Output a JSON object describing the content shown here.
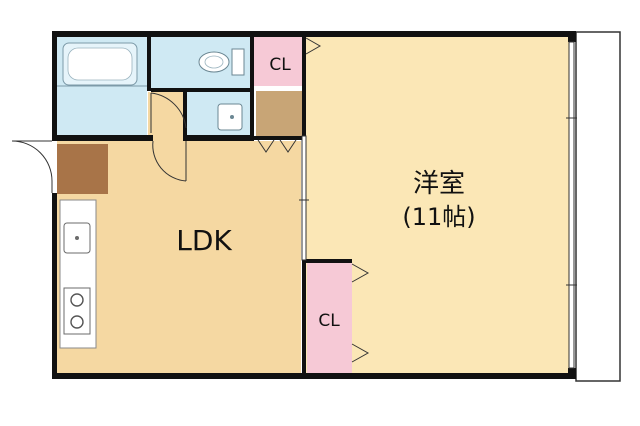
{
  "rooms": {
    "western_room": {
      "name": "洋室",
      "size": "(11帖)"
    },
    "ldk": {
      "name": "LDK"
    },
    "closet_top": {
      "name": "CL"
    },
    "closet_bottom": {
      "name": "CL"
    }
  },
  "colors": {
    "wall": "#111111",
    "western_room_floor": "#fbe7b6",
    "ldk_floor": "#f5d8a2",
    "wet_area": "#cfe9f3",
    "closet": "#f6c9d6",
    "storage": "#c8a576",
    "kitchen_counter": "#a87448",
    "balcony": "#ffffff"
  }
}
